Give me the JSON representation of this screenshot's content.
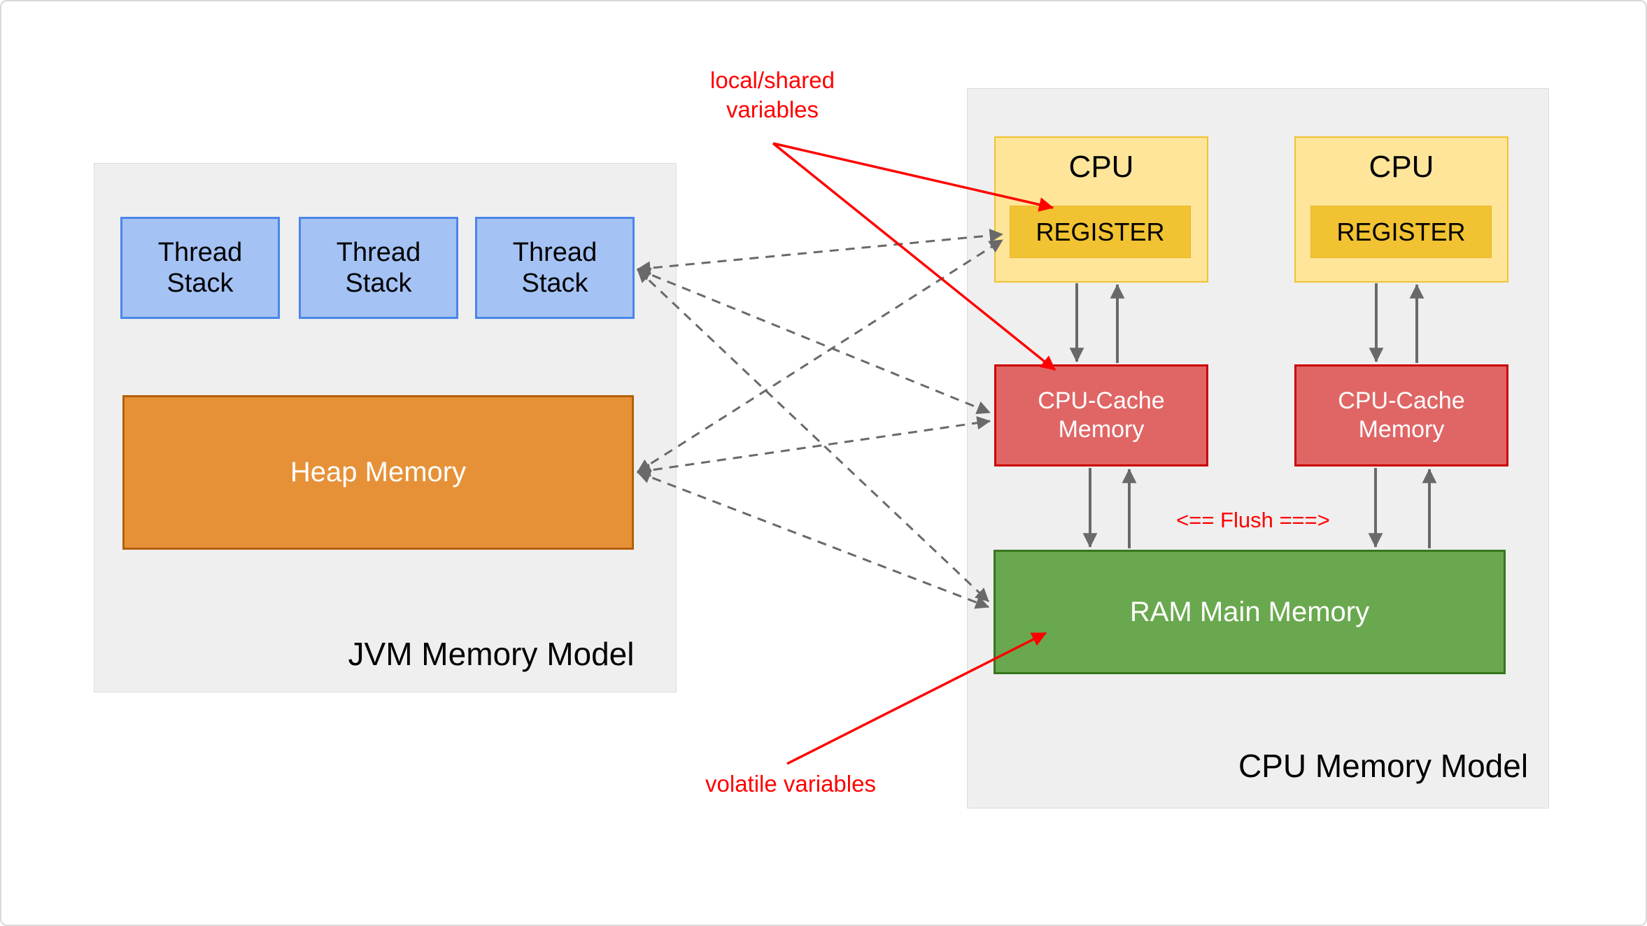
{
  "diagram": {
    "jvm": {
      "title": "JVM Memory Model",
      "thread_stacks": [
        "Thread\nStack",
        "Thread\nStack",
        "Thread\nStack"
      ],
      "heap_label": "Heap Memory"
    },
    "cpu_model": {
      "title": "CPU Memory Model",
      "cpus": [
        {
          "label": "CPU",
          "register_label": "REGISTER"
        },
        {
          "label": "CPU",
          "register_label": "REGISTER"
        }
      ],
      "caches": [
        "CPU-Cache\nMemory",
        "CPU-Cache\nMemory"
      ],
      "ram_label": "RAM Main Memory"
    },
    "annotations": {
      "local_shared": "local/shared\nvariables",
      "volatile": "volatile variables",
      "flush": "<== Flush ===>"
    },
    "colors": {
      "thread_stack_fill": "#a4c2f4",
      "thread_stack_border": "#4a86e8",
      "heap_fill": "#e69138",
      "heap_border": "#b45f06",
      "cpu_fill": "#ffe599",
      "cpu_border": "#f1c232",
      "register_fill": "#f1c232",
      "cache_fill": "#e06666",
      "cache_border": "#cc0000",
      "ram_fill": "#6aa84f",
      "ram_border": "#38761d",
      "container_fill": "#efefef",
      "annotation_red": "#ff0000",
      "arrow_gray": "#696969"
    }
  }
}
